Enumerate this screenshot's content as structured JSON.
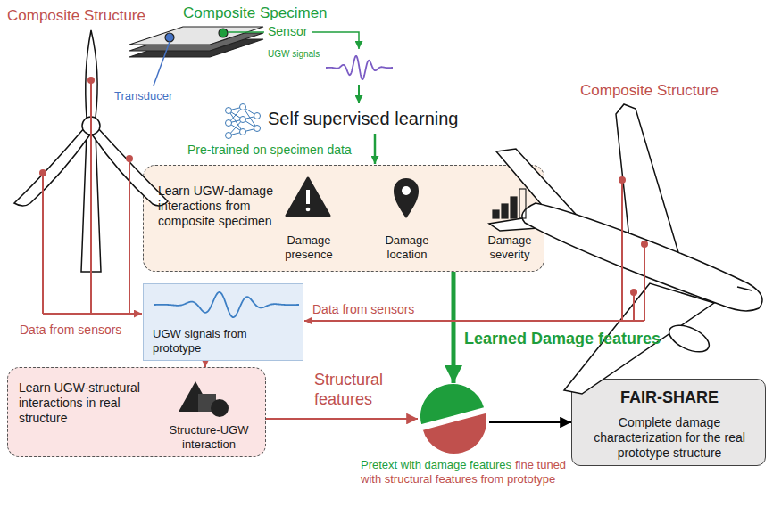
{
  "diagram": {
    "nodes": [
      {
        "text": [
          "Learn UGW-damage interactions from composite specimen",
          "Damage presence",
          "Damage location",
          "Damage severity"
        ]
      },
      {
        "text": [
          "UGW signals from prototype"
        ]
      },
      {
        "text": [
          "Learn UGW-structural interactions in real structure",
          "Structure-UGW interaction"
        ]
      },
      {
        "text": [
          "Pretext with damage features",
          "fine tuned with structural features from prototype"
        ]
      },
      {
        "text": [
          "FAIR-SHARE",
          "Complete damage characterization for the real prototype structure"
        ]
      }
    ],
    "edges": [
      {
        "from": 0,
        "to": 3,
        "label": "Learned Damage features",
        "arrow": "to"
      },
      {
        "from": 1,
        "to": 2,
        "arrow": "to"
      },
      {
        "from": 2,
        "to": 3,
        "label": "Structural features",
        "arrow": "to"
      },
      {
        "from": 3,
        "to": 4,
        "arrow": "to"
      }
    ],
    "labels": [
      "Composite Structure",
      "Composite Specimen",
      "Sensor",
      "UGW signals",
      "Transducer",
      "Self supervised learning",
      "Pre-trained on specimen data",
      "Composite Structure",
      "Data from sensors",
      "Data from sensors"
    ]
  }
}
